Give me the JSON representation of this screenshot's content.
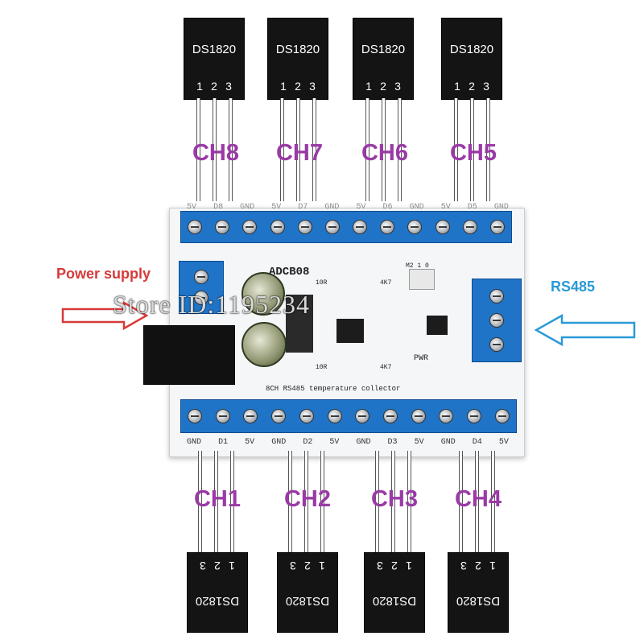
{
  "sensors_top": [
    {
      "model": "DS1820",
      "pins": [
        "1",
        "2",
        "3"
      ],
      "channel": "CH8"
    },
    {
      "model": "DS1820",
      "pins": [
        "1",
        "2",
        "3"
      ],
      "channel": "CH7"
    },
    {
      "model": "DS1820",
      "pins": [
        "1",
        "2",
        "3"
      ],
      "channel": "CH6"
    },
    {
      "model": "DS1820",
      "pins": [
        "1",
        "2",
        "3"
      ],
      "channel": "CH5"
    }
  ],
  "sensors_bottom": [
    {
      "model": "DS1820",
      "pins": [
        "1",
        "2",
        "3"
      ],
      "channel": "CH1"
    },
    {
      "model": "DS1820",
      "pins": [
        "1",
        "2",
        "3"
      ],
      "channel": "CH2"
    },
    {
      "model": "DS1820",
      "pins": [
        "1",
        "2",
        "3"
      ],
      "channel": "CH3"
    },
    {
      "model": "DS1820",
      "pins": [
        "1",
        "2",
        "3"
      ],
      "channel": "CH4"
    }
  ],
  "board": {
    "model": "ADCB08",
    "description": "8CH RS485 temperature collector",
    "resistor_label": "4K7",
    "res_label_small": "10R",
    "power_led_label": "PWR",
    "jumper_label": "M2 1 0",
    "bottom_pin_labels": [
      "GND",
      "D1",
      "5V",
      "GND",
      "D2",
      "5V",
      "GND",
      "D3",
      "5V",
      "GND",
      "D4",
      "5V"
    ],
    "top_pin_labels": [
      "5V",
      "D8",
      "GND",
      "5V",
      "D7",
      "GND",
      "5V",
      "D6",
      "GND",
      "5V",
      "D5",
      "GND"
    ]
  },
  "annotations": {
    "power_label": "Power supply",
    "rs485_label": "RS485",
    "watermark": "Store ID:1195234"
  },
  "colors": {
    "channel": "#9a3aa6",
    "power_arrow": "#d63a3a",
    "rs485_arrow": "#2a9ad6",
    "terminal": "#1f74c7"
  }
}
